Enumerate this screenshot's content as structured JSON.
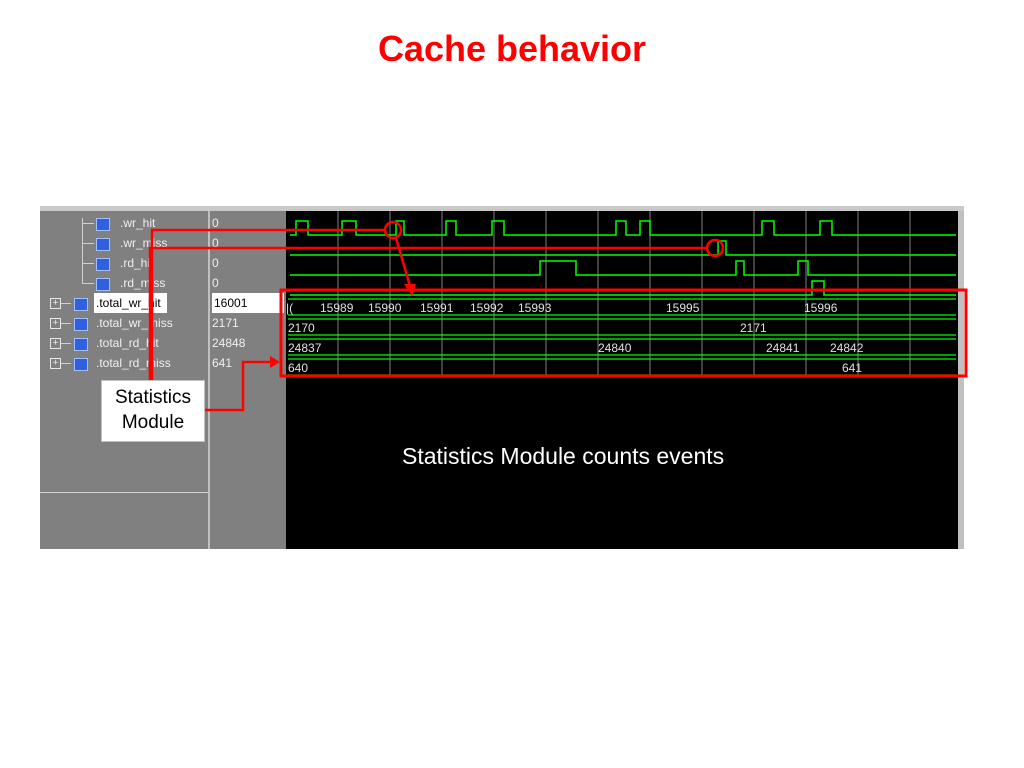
{
  "title": "Cache behavior",
  "waveform_window": {
    "signals": [
      {
        "name": ".wr_hit",
        "value": "0",
        "expandable": false
      },
      {
        "name": ".wr_miss",
        "value": "0",
        "expandable": false
      },
      {
        "name": ".rd_hit",
        "value": "0",
        "expandable": false
      },
      {
        "name": ".rd_miss",
        "value": "0",
        "expandable": false
      },
      {
        "name": ".total_wr_hit",
        "value": "16001",
        "expandable": true,
        "selected": true
      },
      {
        "name": ".total_wr_miss",
        "value": "2171",
        "expandable": true
      },
      {
        "name": ".total_rd_hit",
        "value": "24848",
        "expandable": true
      },
      {
        "name": ".total_rd_miss",
        "value": "641",
        "expandable": true
      }
    ],
    "bus_labels": {
      "total_wr_hit": [
        "15989",
        "15990",
        "15991",
        "15992",
        "15993",
        "15995",
        "15996"
      ],
      "total_wr_miss": [
        "2170",
        "2171"
      ],
      "total_rd_hit": [
        "24837",
        "24840",
        "24841",
        "24842"
      ],
      "total_rd_miss": [
        "640",
        "641"
      ]
    },
    "wave_color": "#00ff00",
    "grid_color": "#808080"
  },
  "annotations": {
    "callout_line1": "Statistics",
    "callout_line2": "Module",
    "note": "Statistics Module counts events",
    "highlight_color": "#ff0000"
  }
}
